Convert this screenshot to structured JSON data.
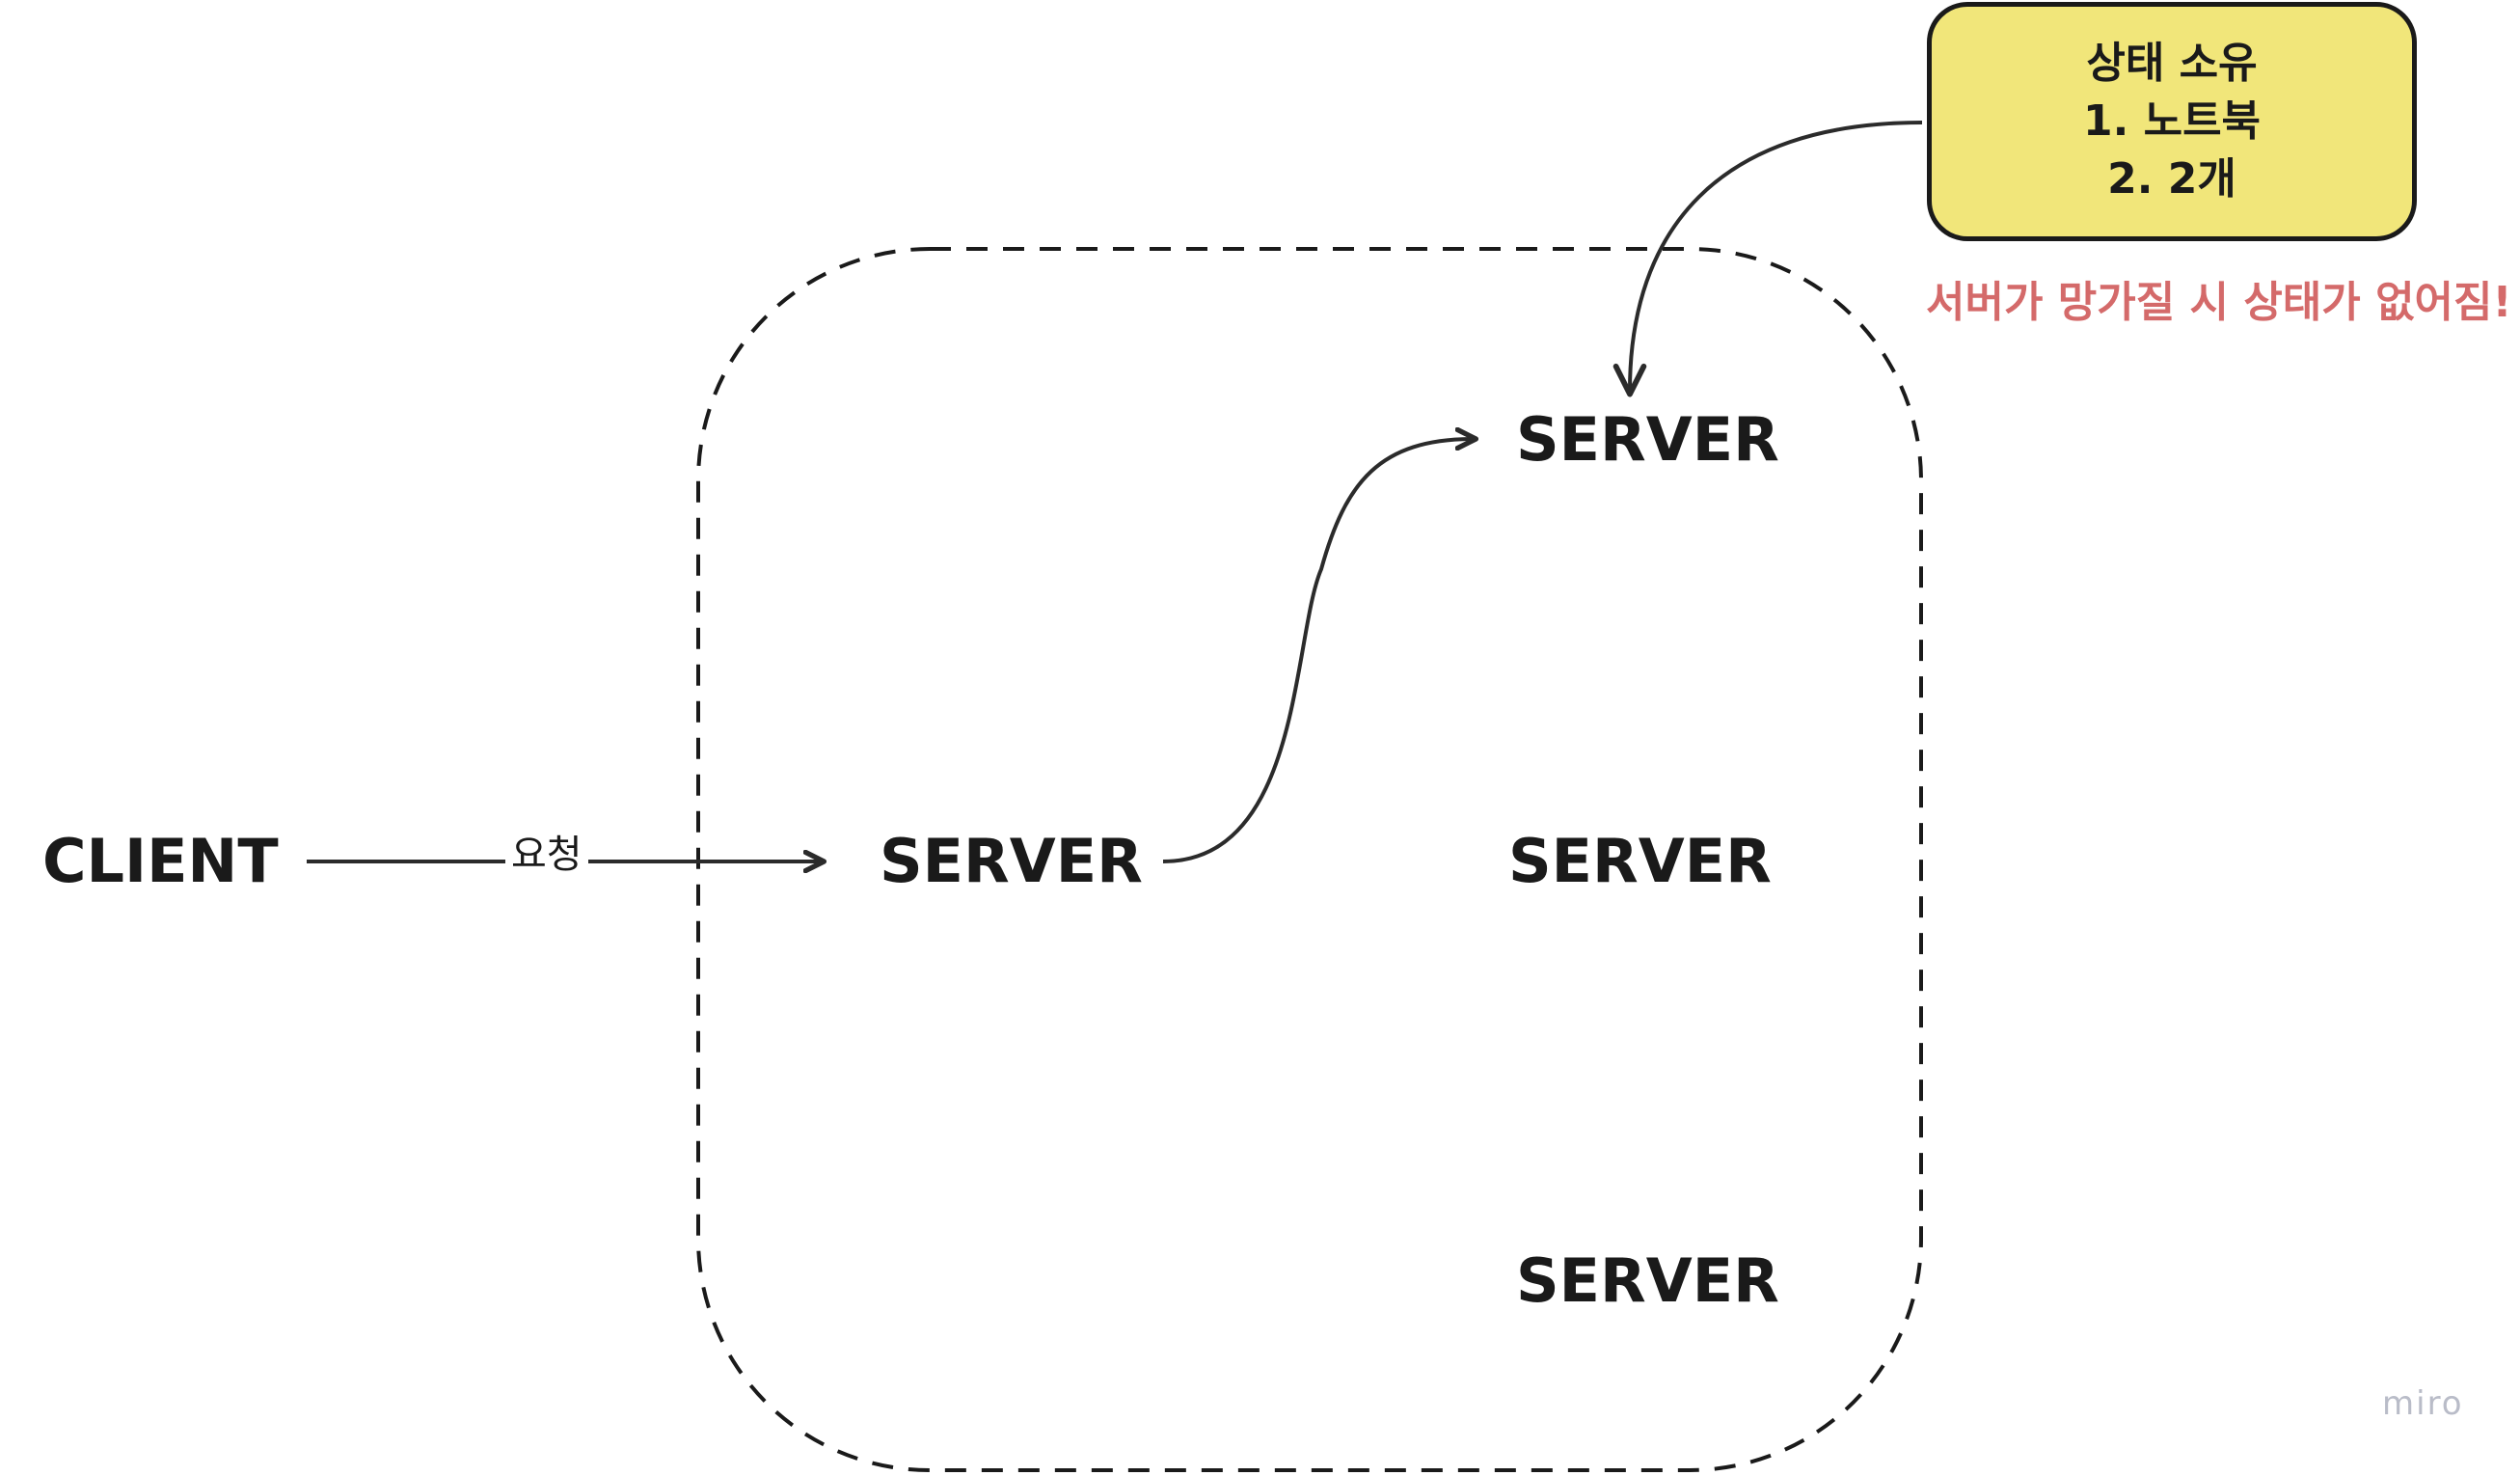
{
  "nodes": {
    "client": "CLIENT",
    "server_main": "SERVER",
    "server_top": "SERVER",
    "server_middle": "SERVER",
    "server_bottom": "SERVER"
  },
  "edges": {
    "request_label": "요청"
  },
  "sticky_note": {
    "title": "상태 소유",
    "line1": "1. 노트북",
    "line2": "2. 2개"
  },
  "warning_text": "서버가 망가질 시 상태가 없어짐!",
  "watermark": "miro",
  "colors": {
    "background": "#ffffff",
    "stroke": "#2b2b2b",
    "sticky_fill": "#f1e67a",
    "warning": "#d46a6a",
    "watermark": "#b9bcc8"
  }
}
